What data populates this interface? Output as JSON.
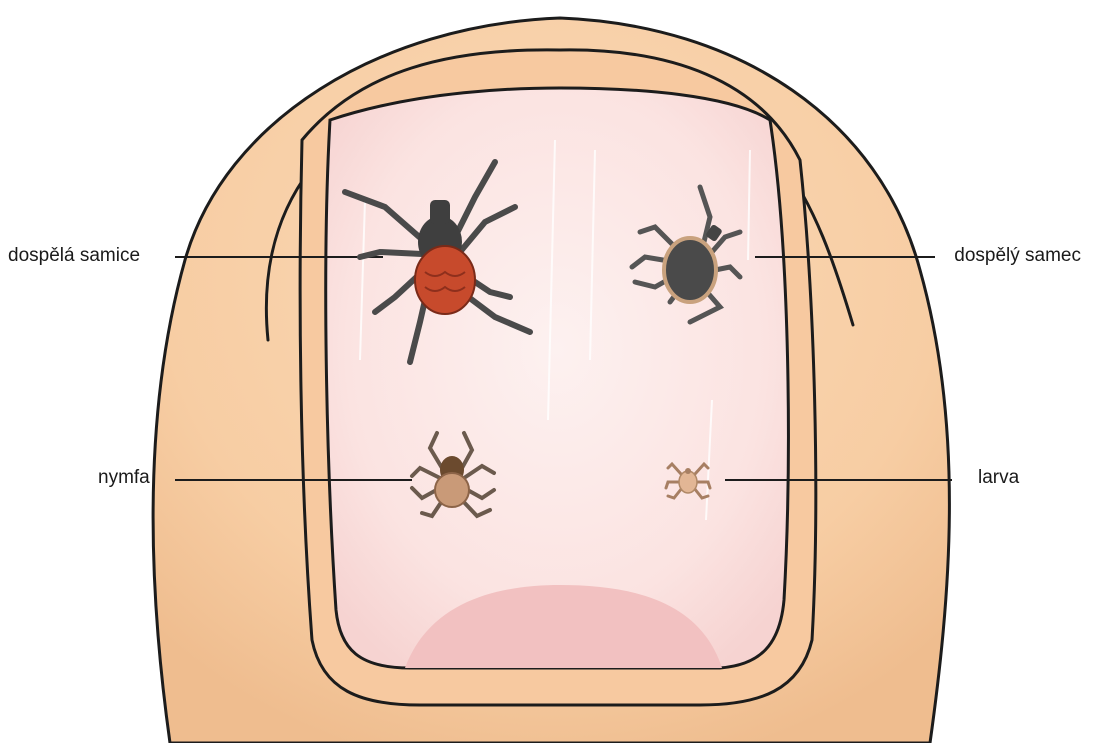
{
  "labels": {
    "adult_female": "dospělá samice",
    "adult_male": "dospělý samec",
    "nymph": "nymfa",
    "larva": "larva"
  },
  "colors": {
    "skin": "#f7cfa6",
    "skin_shadow": "#eab88a",
    "nail_plate": "#fbe4e2",
    "nail_lunula": "#f3c3c3",
    "outline": "#1c1c1c",
    "female_body": "#c74a2c",
    "tick_dark": "#4a4a4a",
    "nymph_body": "#c99a78",
    "larva_body": "#e2b695"
  },
  "ticks": [
    {
      "stage": "adult_female",
      "color": "dark + red-orange abdomen"
    },
    {
      "stage": "adult_male",
      "color": "dark grey"
    },
    {
      "stage": "nymph",
      "color": "brown"
    },
    {
      "stage": "larva",
      "color": "pale tan"
    }
  ]
}
